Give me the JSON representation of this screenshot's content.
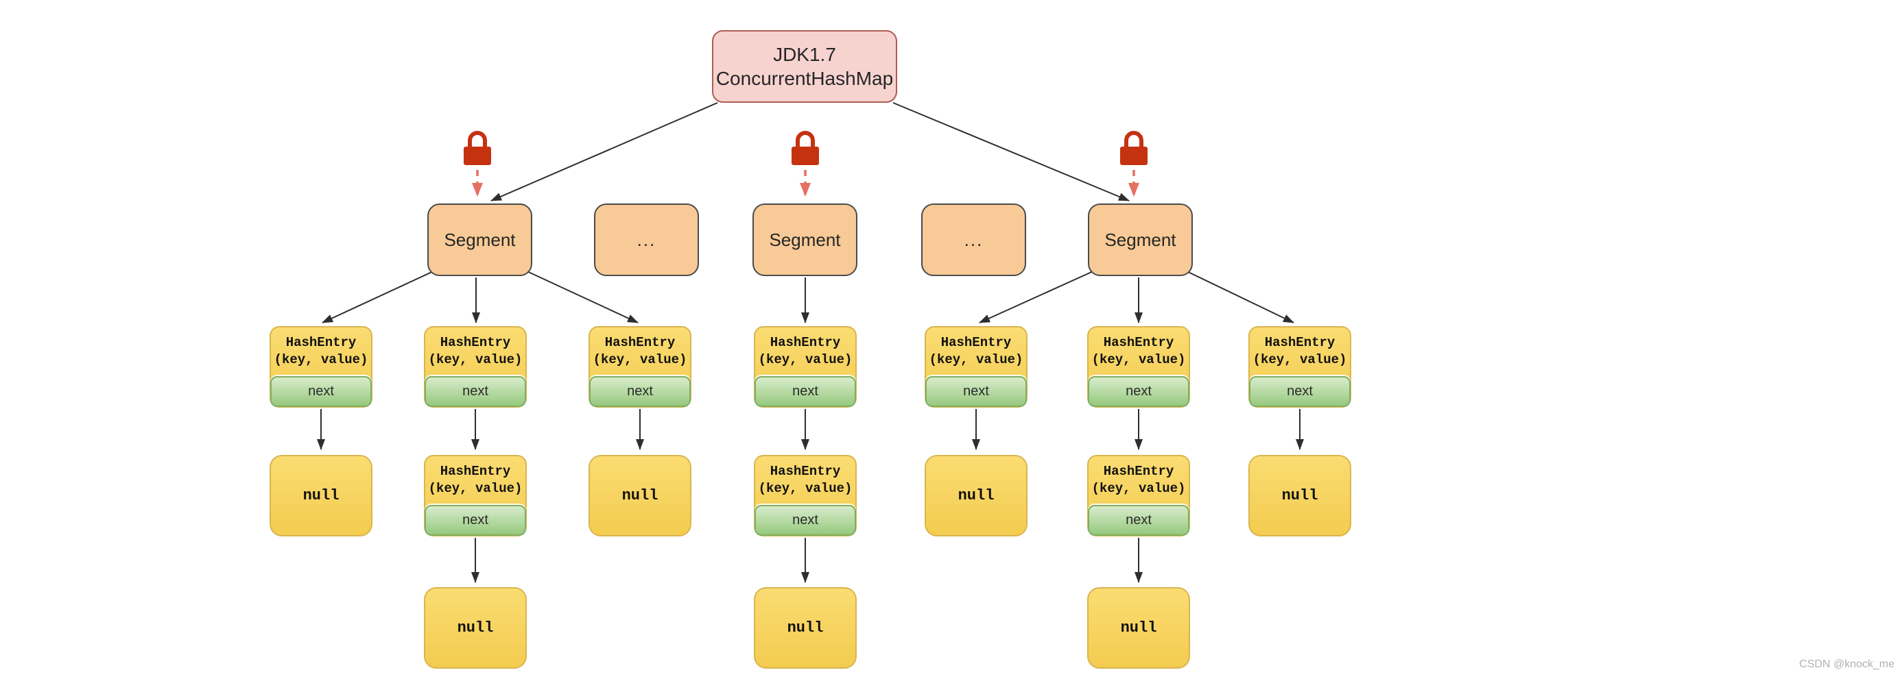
{
  "title": {
    "line1": "JDK1.7",
    "line2": "ConcurrentHashMap"
  },
  "segment_row": [
    {
      "label": "Segment"
    },
    {
      "label": "..."
    },
    {
      "label": "Segment"
    },
    {
      "label": "..."
    },
    {
      "label": "Segment"
    }
  ],
  "locks": {
    "count": 3,
    "icon": "lock-icon"
  },
  "columns": [
    {
      "entry": {
        "title": "HashEntry",
        "subtitle": "(key, value)",
        "next": "next"
      },
      "null_label": "null"
    },
    {
      "entry": {
        "title": "HashEntry",
        "subtitle": "(key, value)",
        "next": "next"
      },
      "entry2": {
        "title": "HashEntry",
        "subtitle": "(key, value)",
        "next": "next"
      },
      "null_label": "null"
    },
    {
      "entry": {
        "title": "HashEntry",
        "subtitle": "(key, value)",
        "next": "next"
      },
      "null_label": "null"
    },
    {
      "entry": {
        "title": "HashEntry",
        "subtitle": "(key, value)",
        "next": "next"
      },
      "entry2": {
        "title": "HashEntry",
        "subtitle": "(key, value)",
        "next": "next"
      },
      "null_label": "null"
    },
    {
      "entry": {
        "title": "HashEntry",
        "subtitle": "(key, value)",
        "next": "next"
      },
      "null_label": "null"
    },
    {
      "entry": {
        "title": "HashEntry",
        "subtitle": "(key, value)",
        "next": "next"
      },
      "entry2": {
        "title": "HashEntry",
        "subtitle": "(key, value)",
        "next": "next"
      },
      "null_label": "null"
    },
    {
      "entry": {
        "title": "HashEntry",
        "subtitle": "(key, value)",
        "next": "next"
      },
      "null_label": "null"
    }
  ],
  "watermark": "CSDN @knock_me",
  "colors": {
    "node_pink": "#F7D3D0",
    "pink_border": "#AF5B52",
    "node_orange": "#F8CA97",
    "orange_border": "#4A4A4A",
    "node_yellow": "#F6D35B",
    "yellow_border": "#D9B54E",
    "node_green": "#A6D38E",
    "green_border": "#7FAF63",
    "lock_red": "#C53210",
    "lock_arrow": "#E4705F",
    "edge": "#2E2E2E",
    "watermark": "#B1B1B1"
  }
}
